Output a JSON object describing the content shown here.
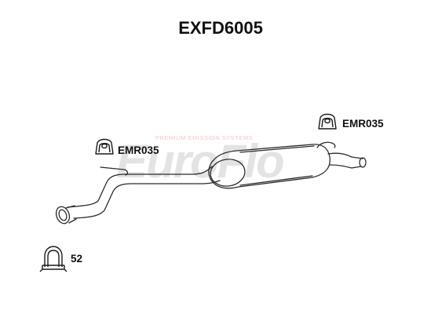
{
  "part_number": "EXFD6005",
  "watermark": {
    "logo_text": "EuroFlo",
    "tagline": "PREMIUM EMISSION SYSTEMS",
    "primary_color": "#e3e3e3",
    "accent_color": "#f6c6c6"
  },
  "callouts": [
    {
      "id": "rubber-mount-left",
      "label": "EMR035",
      "icon": "rubber-hanger-icon"
    },
    {
      "id": "rubber-mount-right",
      "label": "EMR035",
      "icon": "rubber-hanger-icon"
    },
    {
      "id": "exhaust-clamp",
      "label": "52",
      "icon": "u-bolt-clamp-icon"
    }
  ],
  "colors": {
    "line": "#2b2b2b",
    "text": "#111111",
    "background": "#ffffff"
  }
}
